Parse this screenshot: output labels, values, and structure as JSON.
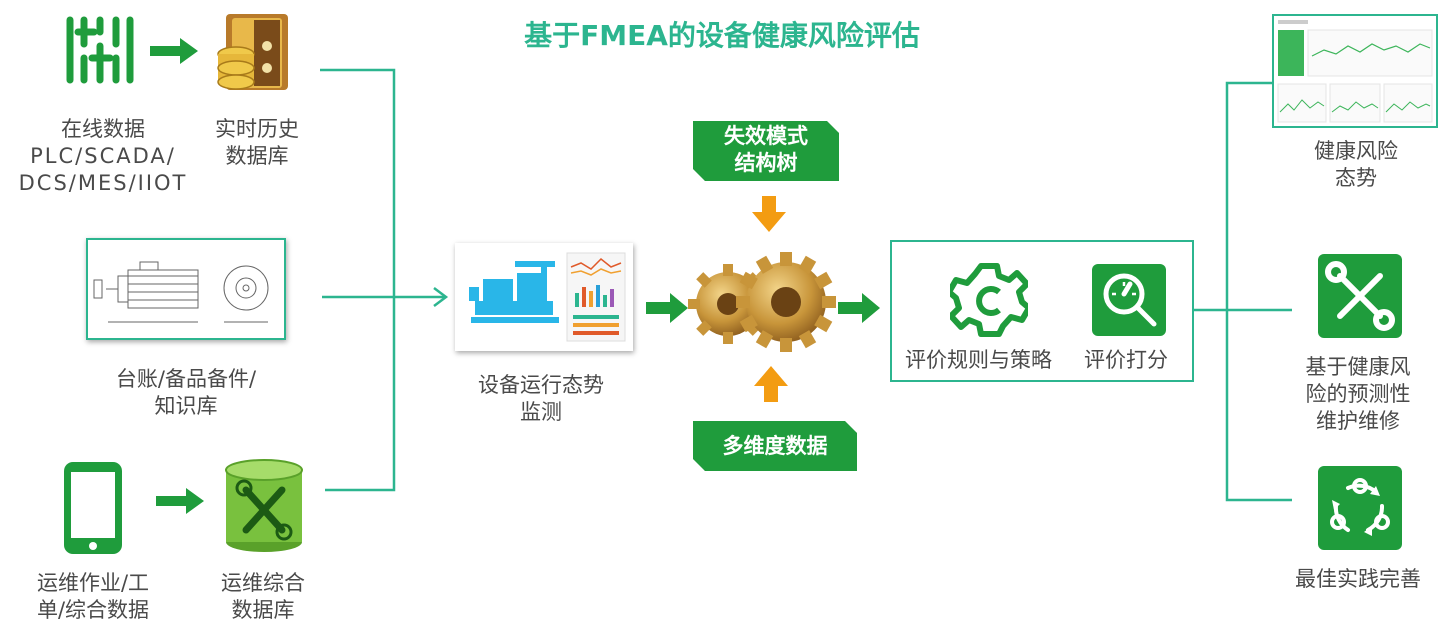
{
  "title": "基于FMEA的设备健康风险评估",
  "sources": {
    "online": {
      "lines": [
        "在线数据",
        "PLC/SCADA/",
        "DCS/MES/IIOT"
      ]
    },
    "historian": {
      "lines": [
        "实时历史",
        "数据库"
      ]
    },
    "ledger": {
      "lines": [
        "台账/备品备件/",
        "知识库"
      ]
    },
    "ops": {
      "lines": [
        "运维作业/工",
        "单/综合数据"
      ]
    },
    "ops_db": {
      "lines": [
        "运维综合",
        "数据库"
      ]
    }
  },
  "monitor": {
    "lines": [
      "设备运行态势",
      "监测"
    ]
  },
  "fmea_tree": {
    "lines": [
      "失效模式",
      "结构树"
    ]
  },
  "multi_data": {
    "label": "多维度数据"
  },
  "evaluation": {
    "rules_label": "评价规则与策略",
    "score_label": "评价打分"
  },
  "outputs": {
    "dashboard": {
      "lines": [
        "健康风险",
        "态势"
      ]
    },
    "maintenance": {
      "lines": [
        "基于健康风",
        "险的预测性",
        "维护维修"
      ]
    },
    "practice": {
      "lines": [
        "最佳实践完善"
      ]
    }
  },
  "colors": {
    "accent": "#2cb58f",
    "green": "#1f9c3c",
    "arrow_orange": "#f39c12",
    "gold": "#c89a3c"
  }
}
